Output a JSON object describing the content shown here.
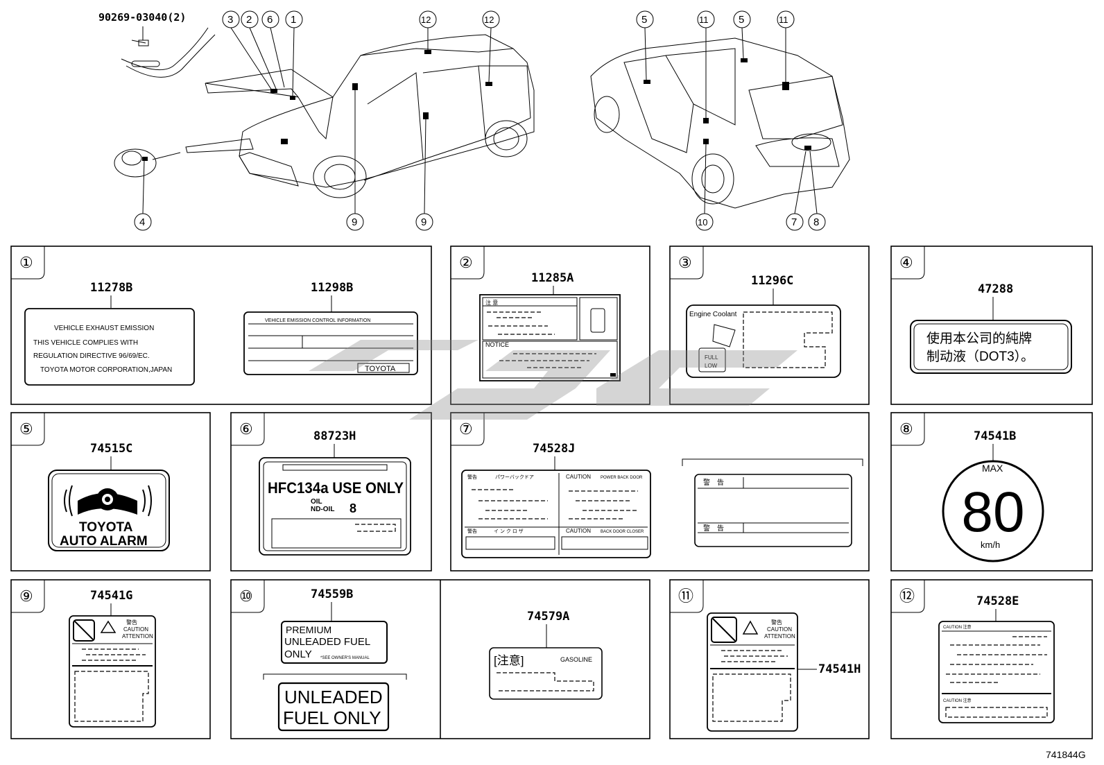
{
  "top": {
    "clip_part": "90269-03040(2)",
    "left_callouts": [
      "③",
      "②",
      "⑥",
      "①",
      "⑫",
      "⑫",
      "④",
      "⑨",
      "⑨"
    ],
    "right_callouts": [
      "⑤",
      "⑪",
      "⑤",
      "⑪",
      "⑩",
      "⑦",
      "⑧"
    ]
  },
  "panels": {
    "p1": {
      "num": "①",
      "partA": "11278B",
      "partB": "11298B",
      "emission_lines": [
        "VEHICLE EXHAUST EMISSION",
        "THIS VEHICLE COMPLIES WITH",
        "REGULATION DIRECTIVE 96/69/EC.",
        "TOYOTA MOTOR CORPORATION,JAPAN"
      ],
      "vecil_title": "VEHICLE EMISSION CONTROL INFORMATION",
      "vecil_brand": "TOYOTA"
    },
    "p2": {
      "num": "②",
      "part": "11285A",
      "head": "注 意",
      "notice": "NOTICE"
    },
    "p3": {
      "num": "③",
      "part": "11296C",
      "coolant": "Engine Coolant",
      "full": "FULL",
      "low": "LOW"
    },
    "p4": {
      "num": "④",
      "part": "47288",
      "line1": "使用本公司的純牌",
      "line2": "制动液（DOT3）。"
    },
    "p5": {
      "num": "⑤",
      "part": "74515C",
      "line1": "TOYOTA",
      "line2": "AUTO ALARM"
    },
    "p6": {
      "num": "⑥",
      "part": "88723H",
      "main": "HFC134a USE ONLY",
      "oil": "OIL",
      "nd": "ND-OIL",
      "nd_num": "8"
    },
    "p7": {
      "num": "⑦",
      "part": "74528J",
      "warn1": "警告",
      "caution1": "CAUTION",
      "sub1": "パワーバックドア",
      "sub2": "POWER BACK DOOR",
      "warn2": "警告",
      "sub3": "イ ン ク ロ ザ",
      "caution2": "CAUTION",
      "sub4": "BACK DOOR CLOSER",
      "kk1": "警　告",
      "kk2": "警　告"
    },
    "p8": {
      "num": "⑧",
      "part": "74541B",
      "max": "MAX",
      "speed": "80",
      "unit": "km/h"
    },
    "p9": {
      "num": "⑨",
      "part": "74541G",
      "kanji": "警告",
      "caution": "CAUTION",
      "attention": "ATTENTION"
    },
    "p10": {
      "num": "⑩",
      "partA": "74559B",
      "partB": "74579A",
      "prem1": "PREMIUM",
      "prem2": "UNLEADED FUEL",
      "prem3": "ONLY",
      "prem_note": "*SEE OWNER'S MANUAL",
      "unl1": "UNLEADED",
      "unl2": "FUEL ONLY",
      "chui": "[注意]",
      "gasoline": "GASOLINE"
    },
    "p11": {
      "num": "⑪",
      "part": "74541H",
      "kanji": "警告",
      "caution": "CAUTION",
      "attention": "ATTENTION"
    },
    "p12": {
      "num": "⑫",
      "part": "74528E",
      "c1": "CAUTION 注意",
      "c2": "CAUTION 注意"
    }
  },
  "figure_id": "741844G",
  "watermark": "GPC"
}
